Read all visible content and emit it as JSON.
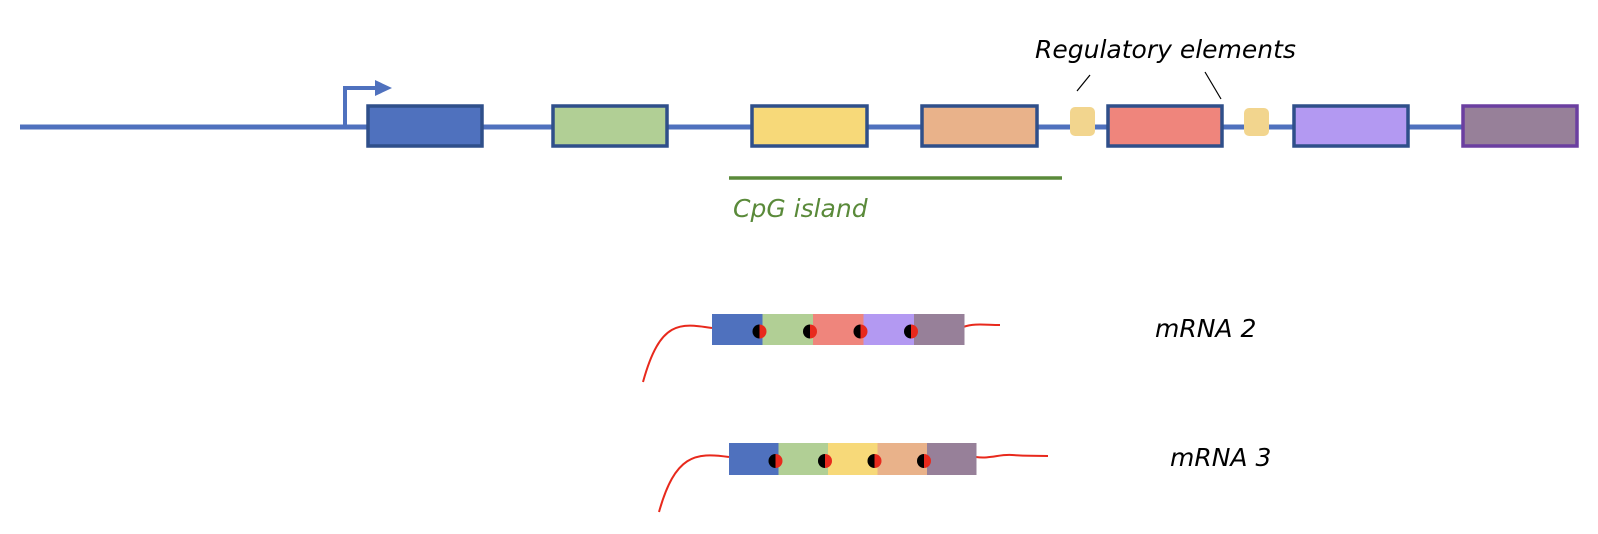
{
  "gene": {
    "exons": [
      {
        "id": "exon-1",
        "color": "#4F71BE",
        "border": "#2F4F8A"
      },
      {
        "id": "exon-2",
        "color": "#B1CF95",
        "border": "#2F4F8A"
      },
      {
        "id": "exon-3",
        "color": "#F7D979",
        "border": "#2F4F8A"
      },
      {
        "id": "exon-4",
        "color": "#E9B28A",
        "border": "#2F4F8A"
      },
      {
        "id": "exon-5",
        "color": "#EF857C",
        "border": "#2F4F8A"
      },
      {
        "id": "exon-6",
        "color": "#B399F2",
        "border": "#2F4F8A"
      },
      {
        "id": "exon-7",
        "color": "#978099",
        "border": "#6B3FA0"
      }
    ],
    "regulatory_element_color": "#F2D58E",
    "line_color": "#4F71BE"
  },
  "labels": {
    "regulatory": "Regulatory elements",
    "cpg": "CpG island",
    "mrna2": "mRNA 2",
    "mrna3": "mRNA 3"
  },
  "colors": {
    "cpg": "#5A8A3A",
    "tail": "#E8291C",
    "text": "#000000"
  },
  "mrnas": [
    {
      "name": "mRNA 2",
      "exons": [
        "exon-1",
        "exon-2",
        "exon-5",
        "exon-6",
        "exon-7"
      ]
    },
    {
      "name": "mRNA 3",
      "exons": [
        "exon-1",
        "exon-2",
        "exon-3",
        "exon-4",
        "exon-7"
      ]
    }
  ]
}
